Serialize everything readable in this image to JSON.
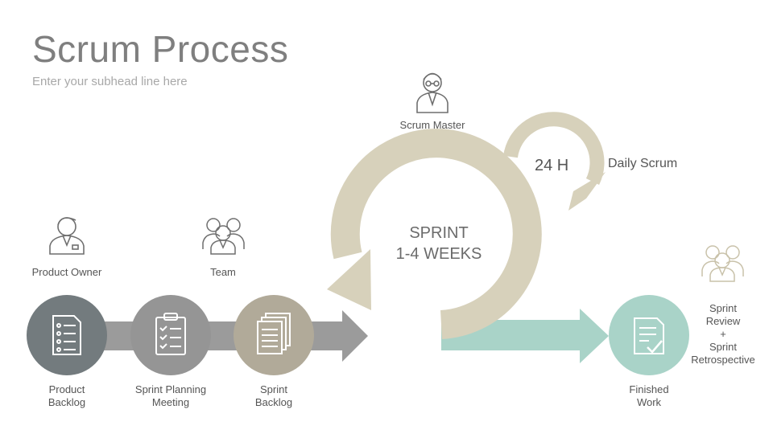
{
  "header": {
    "title": "Scrum Process",
    "subtitle": "Enter your subhead line here"
  },
  "roles": {
    "scrum_master": "Scrum Master",
    "product_owner": "Product Owner",
    "team": "Team"
  },
  "sprint": {
    "label": "SPRINT\n1-4 WEEKS",
    "cycle": "24 H",
    "daily": "Daily Scrum"
  },
  "steps": {
    "product_backlog": "Product\nBacklog",
    "sprint_planning": "Sprint Planning\nMeeting",
    "sprint_backlog": "Sprint\nBacklog",
    "finished_work": "Finished\nWork",
    "review": "Sprint\nReview\n+\nSprint\nRetrospective"
  },
  "colors": {
    "product_backlog": "#737b7e",
    "sprint_planning": "#959595",
    "sprint_backlog": "#b1aa99",
    "loop": "#d7d1bb",
    "finished": "#a9d3c8",
    "arrow": "#9b9b9b",
    "icon_line": "#6f6f6f",
    "icon_faded": "#c9c2aa"
  }
}
